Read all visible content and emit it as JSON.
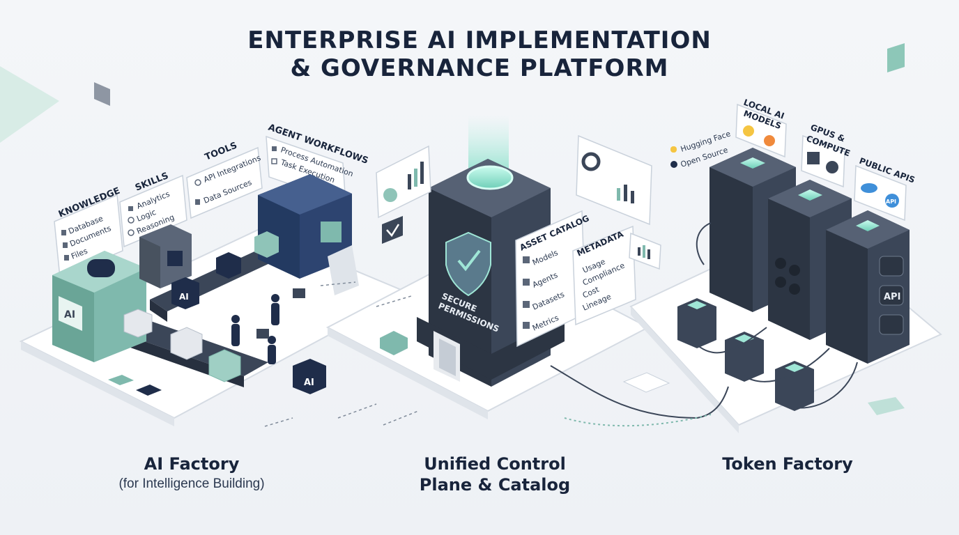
{
  "title_line1": "ENTERPRISE AI IMPLEMENTATION",
  "title_line2": "& GOVERNANCE PLATFORM",
  "ai_factory": {
    "caption": "AI Factory",
    "subcaption": "(for Intelligence Building)",
    "knowledge": {
      "label": "KNOWLEDGE",
      "items": [
        "Database",
        "Documents",
        "Files"
      ]
    },
    "skills": {
      "label": "SKILLS",
      "items": [
        "Analytics",
        "Logic",
        "Reasoning"
      ]
    },
    "tools": {
      "label": "TOOLS",
      "items": [
        "API Integrations",
        "Data Sources"
      ]
    },
    "agent_workflows": {
      "label": "AGENT WORKFLOWS",
      "items": [
        "Process Automation",
        "Task Execution"
      ]
    },
    "box_label": "AI"
  },
  "control_plane": {
    "caption_line1": "Unified Control",
    "caption_line2": "Plane & Catalog",
    "shield_line1": "SECURE",
    "shield_line2": "PERMISSIONS",
    "asset_catalog": {
      "label": "ASSET CATALOG",
      "items": [
        "Models",
        "Agents",
        "Datasets",
        "Metrics"
      ]
    },
    "metadata": {
      "label": "METADATA",
      "items": [
        "Usage",
        "Compliance",
        "Cost",
        "Lineage"
      ]
    }
  },
  "token_factory": {
    "caption": "Token Factory",
    "local_models": {
      "label_line1": "LOCAL AI",
      "label_line2": "MODELS"
    },
    "sources": [
      "Hugging Face",
      "Open Source"
    ],
    "gpus": {
      "label_line1": "GPUS &",
      "label_line2": "COMPUTE"
    },
    "public_apis": {
      "label": "PUBLIC APIS",
      "badge": "API",
      "server_label": "API"
    }
  },
  "colors": {
    "navy": "#1f2d4a",
    "teal": "#7fb9ad",
    "slate": "#3b4658",
    "glow": "#9fe6d6"
  }
}
